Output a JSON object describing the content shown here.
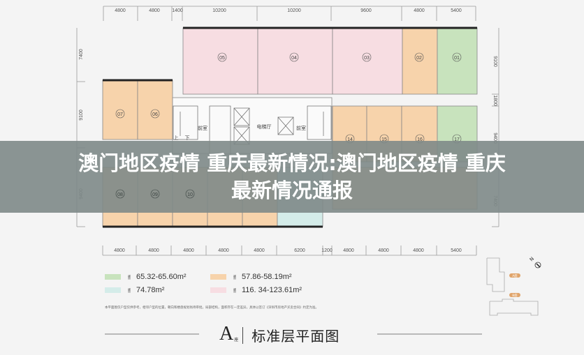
{
  "dimensions": {
    "top": [
      "4800",
      "4800",
      "1400",
      "10200",
      "10200",
      "9600",
      "4800",
      "5400"
    ],
    "bottom": [
      "4800",
      "4800",
      "4800",
      "4800",
      "4800",
      "6200",
      "1200",
      "4800",
      "4800",
      "4800",
      "5400"
    ],
    "left": [
      "7400",
      "9100",
      "9400"
    ],
    "right": [
      "9100",
      "1800",
      "9400",
      "7400"
    ]
  },
  "rooms": {
    "r01": "01",
    "r02": "02",
    "r03": "03",
    "r04": "04",
    "r05": "05",
    "r06": "06",
    "r07": "07",
    "r08": "08",
    "r09": "09",
    "r10": "10",
    "r14": "14",
    "r15": "15",
    "r16": "16",
    "r17": "17"
  },
  "core": {
    "lobby": "电梯厅",
    "shaft_left": "前室",
    "shaft_right": "前室",
    "stair_up": "上",
    "stair_down": "下"
  },
  "colors": {
    "green": "#c8e3bd",
    "orange": "#f7d3ab",
    "cyan": "#d4ece9",
    "pink": "#f7dde2"
  },
  "legend": [
    {
      "tag": "建面",
      "value": "65.32-65.60m²",
      "color": "#c8e3bd"
    },
    {
      "tag": "建面",
      "value": "57.86-58.19m²",
      "color": "#f7d3ab"
    },
    {
      "tag": "建面",
      "value": "74.78m²",
      "color": "#d4ece9"
    },
    {
      "tag": "建面",
      "value": "116. 34-123.61m²",
      "color": "#f7dde2"
    }
  ],
  "note": "本平面图仅户型仅供参考，相邻户型的位置，朝向和楼盘规划尚待审批，局部结构，面积存在一定差异，具体以签订《深圳市房地产买卖合同》约定为准。",
  "site_map": {
    "a_label": "A座",
    "b_label": "B座",
    "north": "N"
  },
  "banner": {
    "line1": "澳门地区疫情 重庆最新情况:澳门地区疫情 重庆",
    "line2": "最新情况通报"
  },
  "title": {
    "building": "A",
    "building_suffix": "座",
    "text": "标准层平面图"
  }
}
